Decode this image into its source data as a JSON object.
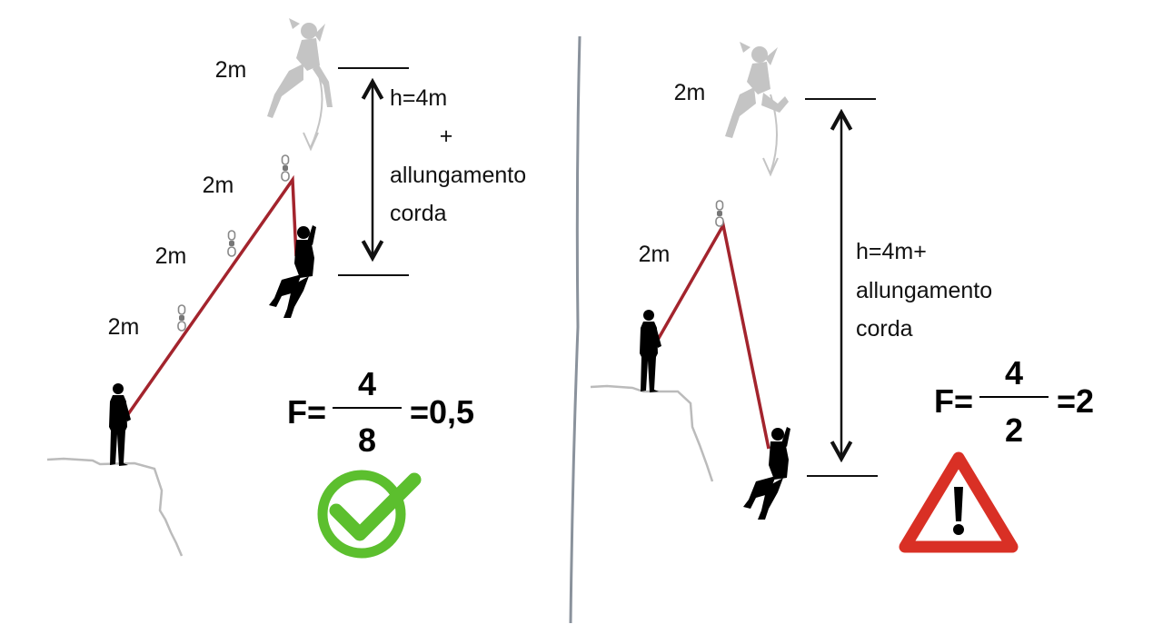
{
  "colors": {
    "rope": "#a3242d",
    "check": "#5cbf2e",
    "warning": "#d93025",
    "divider": "#8a929c",
    "ghost": "#c4c4c4",
    "rock": "#bbbbbb"
  },
  "icons": [
    "check-circle-icon",
    "warning-triangle-icon",
    "quickdraw-icon",
    "climber-silhouette",
    "belayer-silhouette"
  ],
  "left_panel": {
    "distances": [
      "2m",
      "2m",
      "2m",
      "2m"
    ],
    "fall_label": [
      "h=4m",
      "+",
      "allungamento",
      "corda"
    ],
    "formula": {
      "prefix": "F=",
      "numerator": "4",
      "denominator": "8",
      "result": "=0,5"
    }
  },
  "right_panel": {
    "distances": [
      "2m",
      "2m"
    ],
    "fall_label": [
      "h=4m+",
      "allungamento",
      "corda"
    ],
    "formula": {
      "prefix": "F=",
      "numerator": "4",
      "denominator": "2",
      "result": "=2"
    }
  }
}
